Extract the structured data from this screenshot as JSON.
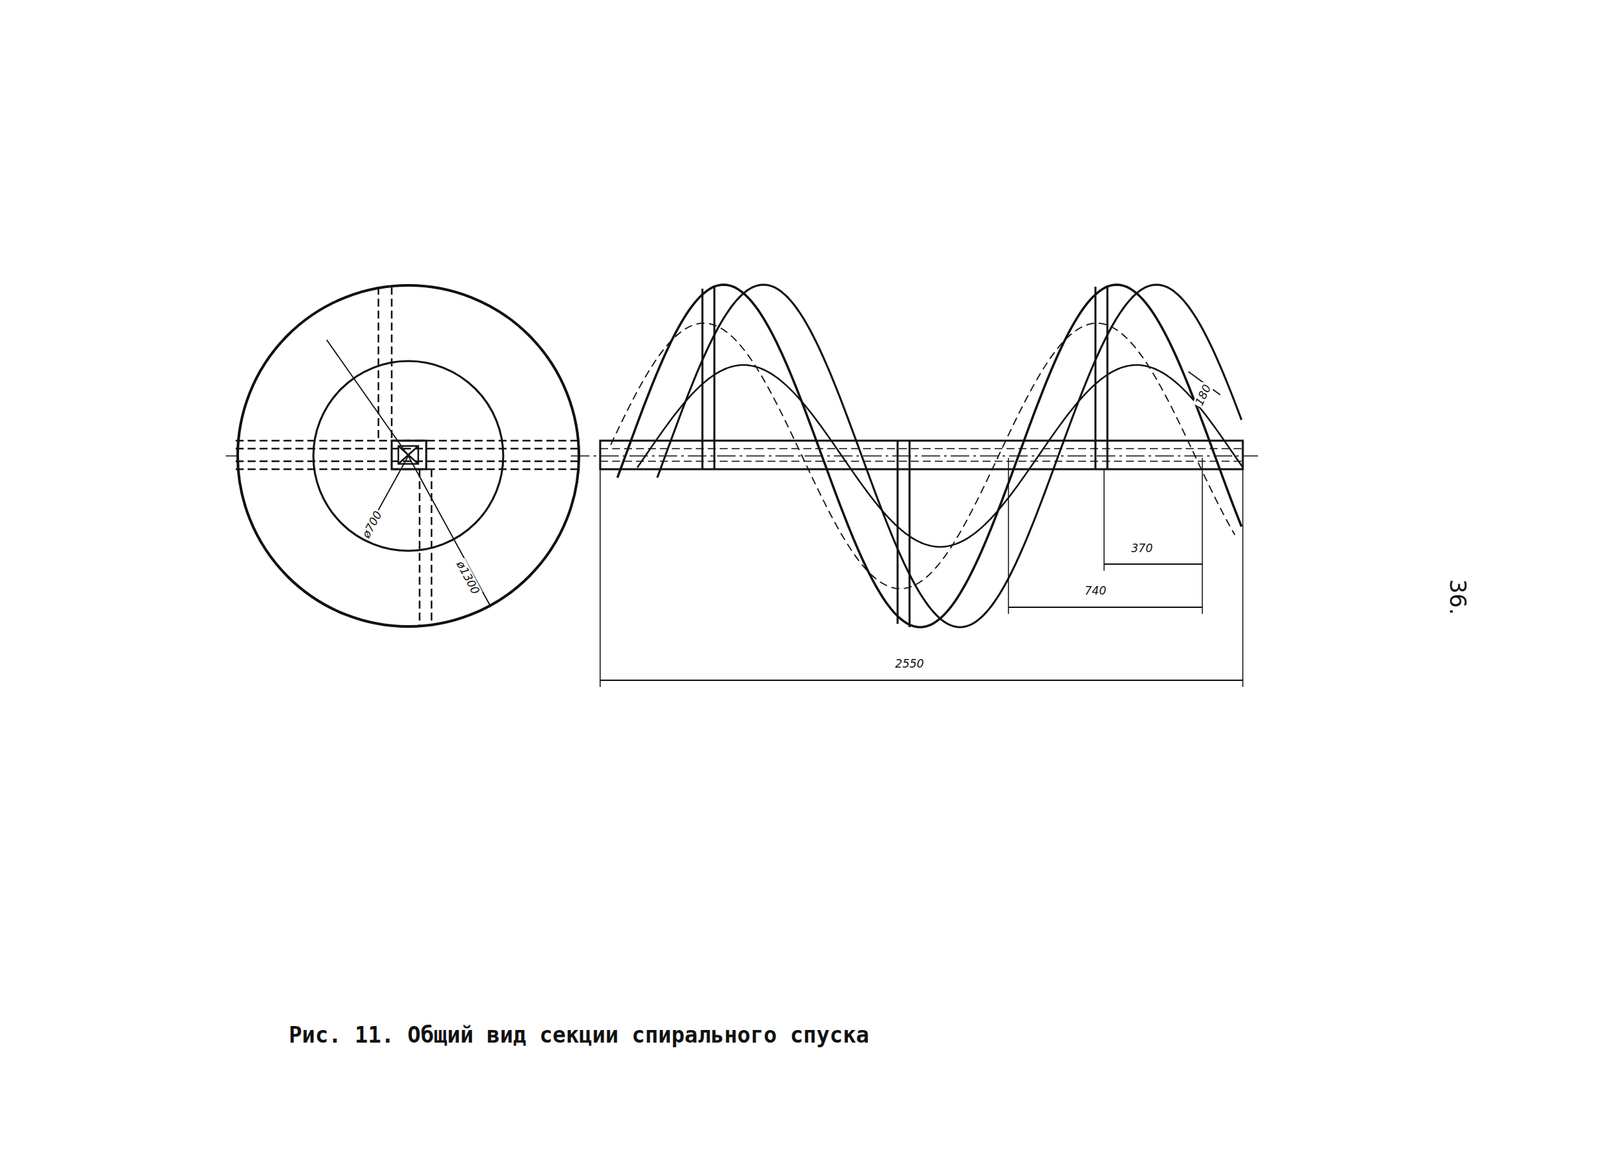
{
  "diagram": {
    "caption": "Рис. 11. Общий вид секции спирального спуска",
    "labels": [
      "ø700",
      "ø1300",
      "180",
      "370",
      "740",
      "2550",
      "36."
    ]
  }
}
